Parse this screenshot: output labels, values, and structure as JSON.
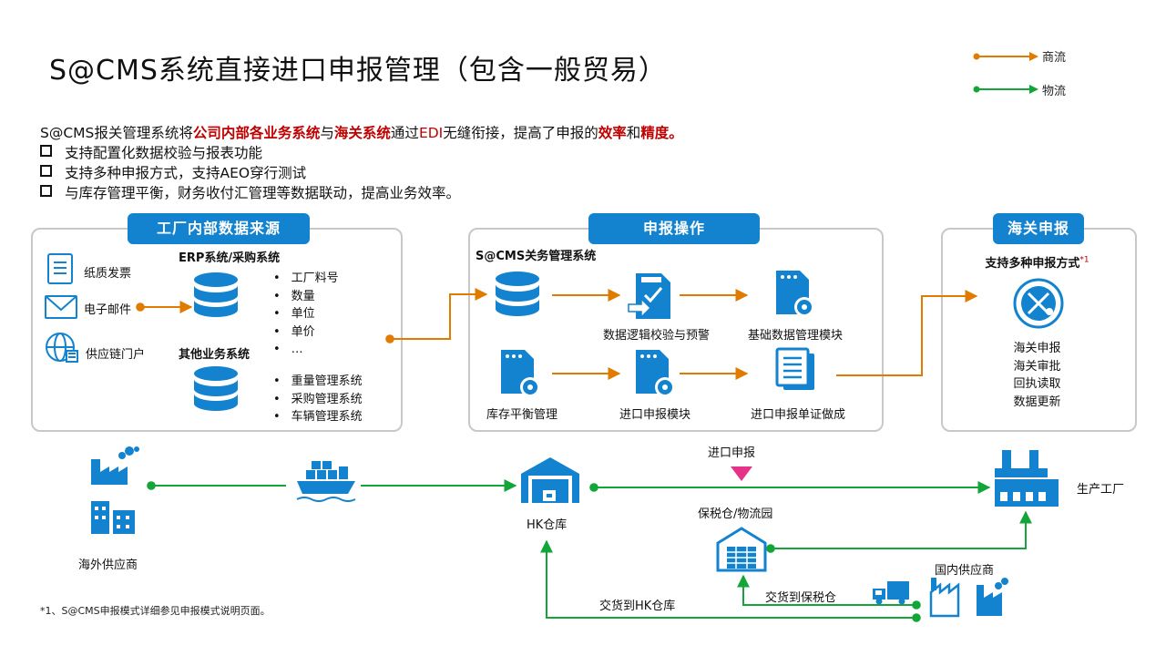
{
  "title": "S@CMS系统直接进口申报管理（包含一般贸易）",
  "legend": {
    "commerce": "商流",
    "logistics": "物流",
    "commerce_color": "#e07b00",
    "logistics_color": "#13a538"
  },
  "intro": {
    "p1": "S@CMS报关管理系统将",
    "h1": "公司内部各业务系统",
    "p2": "与",
    "h2": "海关系统",
    "p3": "通过",
    "h3": "EDI",
    "p4": "无缝衔接，提高了申报的",
    "h4": "效率",
    "p5": "和",
    "h5": "精度。"
  },
  "bullets": [
    "支持配置化数据校验与报表功能",
    "支持多种申报方式，支持AEO穿行测试",
    "与库存管理平衡，财务收付汇管理等数据联动，提高业务效率。"
  ],
  "panel_factory": {
    "tab": "工厂内部数据来源",
    "sources": [
      "纸质发票",
      "电子邮件",
      "供应链门户"
    ],
    "erp_label": "ERP系统/采购系统",
    "erp_items": [
      "工厂料号",
      "数量",
      "单位",
      "单价",
      "…"
    ],
    "other_label": "其他业务系统",
    "other_items": [
      "重量管理系统",
      "采购管理系统",
      "车辆管理系统"
    ]
  },
  "panel_declare": {
    "tab": "申报操作",
    "system_label": "S@CMS关务管理系统",
    "nodes": [
      "数据逻辑校验与预警",
      "基础数据管理模块",
      "库存平衡管理",
      "进口申报模块",
      "进口申报单证做成"
    ]
  },
  "panel_customs": {
    "tab": "海关申报",
    "subtitle": "支持多种申报方式",
    "footnote_mark": "*1",
    "items": [
      "海关申报",
      "海关审批",
      "回执读取",
      "数据更新"
    ]
  },
  "flow": {
    "overseas_supplier": "海外供应商",
    "hk_warehouse": "HK仓库",
    "import_declare": "进口申报",
    "factory": "生产工厂",
    "bonded": "保税仓/物流园",
    "domestic_supplier": "国内供应商",
    "deliver_bonded": "交货到保税仓",
    "deliver_hk": "交货到HK仓库"
  },
  "colors": {
    "blue": "#1382cf",
    "orange": "#e07b00",
    "green": "#13a538",
    "pink": "#e6338a",
    "red": "#c00000"
  },
  "footnote": "*1、S@CMS申报模式详细参见申报模式说明页面。"
}
